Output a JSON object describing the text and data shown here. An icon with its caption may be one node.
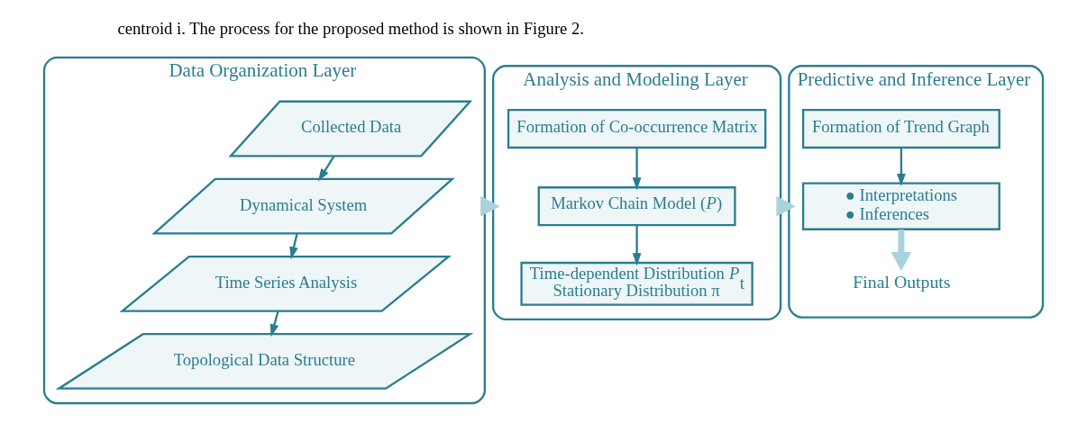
{
  "diagram": {
    "nodes": [
      {
        "text": [
          "Data Organization Layer"
        ]
      },
      {
        "text": [
          "Collected Data"
        ],
        "in": 0
      },
      {
        "text": [
          "Dynamical System"
        ],
        "in": 0
      },
      {
        "text": [
          "Time Series Analysis"
        ],
        "in": 0
      },
      {
        "text": [
          "Topological Data Structure"
        ],
        "in": 0
      },
      {
        "text": [
          "Analysis and Modeling Layer"
        ]
      },
      {
        "text": [
          "Formation of Co-occurrence Matrix"
        ],
        "in": 5
      },
      {
        "text": [
          "Markov Chain Model (*P*)"
        ],
        "in": 5
      },
      {
        "text": [
          "Time-dependent Distribution *P*$_{t}$",
          "Stationary Distribution π"
        ],
        "in": 5
      },
      {
        "text": [
          "Predictive and Inference Layer"
        ]
      },
      {
        "text": [
          "Formation of Trend Graph"
        ],
        "in": 9
      },
      {
        "text": [
          "● Interpretations",
          "● Inferences"
        ],
        "in": 9
      },
      {
        "text": [
          "Final Outputs"
        ],
        "in": 9
      }
    ],
    "edges": [
      {
        "from": 1,
        "to": 2,
        "arrow": "to"
      },
      {
        "from": 2,
        "to": 3,
        "arrow": "to"
      },
      {
        "from": 3,
        "to": 4,
        "arrow": "to"
      },
      {
        "from": 0,
        "to": 5,
        "arrow": "to",
        "style": "thick",
        "color": "#a9d3dc"
      },
      {
        "from": 6,
        "to": 7,
        "arrow": "to"
      },
      {
        "from": 7,
        "to": 8,
        "arrow": "to"
      },
      {
        "from": 5,
        "to": 9,
        "arrow": "to",
        "style": "thick",
        "color": "#a9d3dc"
      },
      {
        "from": 10,
        "to": 11,
        "arrow": "to"
      },
      {
        "from": 11,
        "to": 12,
        "arrow": "to",
        "style": "thick",
        "color": "#a9d3dc"
      }
    ],
    "labels": [
      "centroid i. The process for the proposed method is shown in Figure 2."
    ]
  }
}
